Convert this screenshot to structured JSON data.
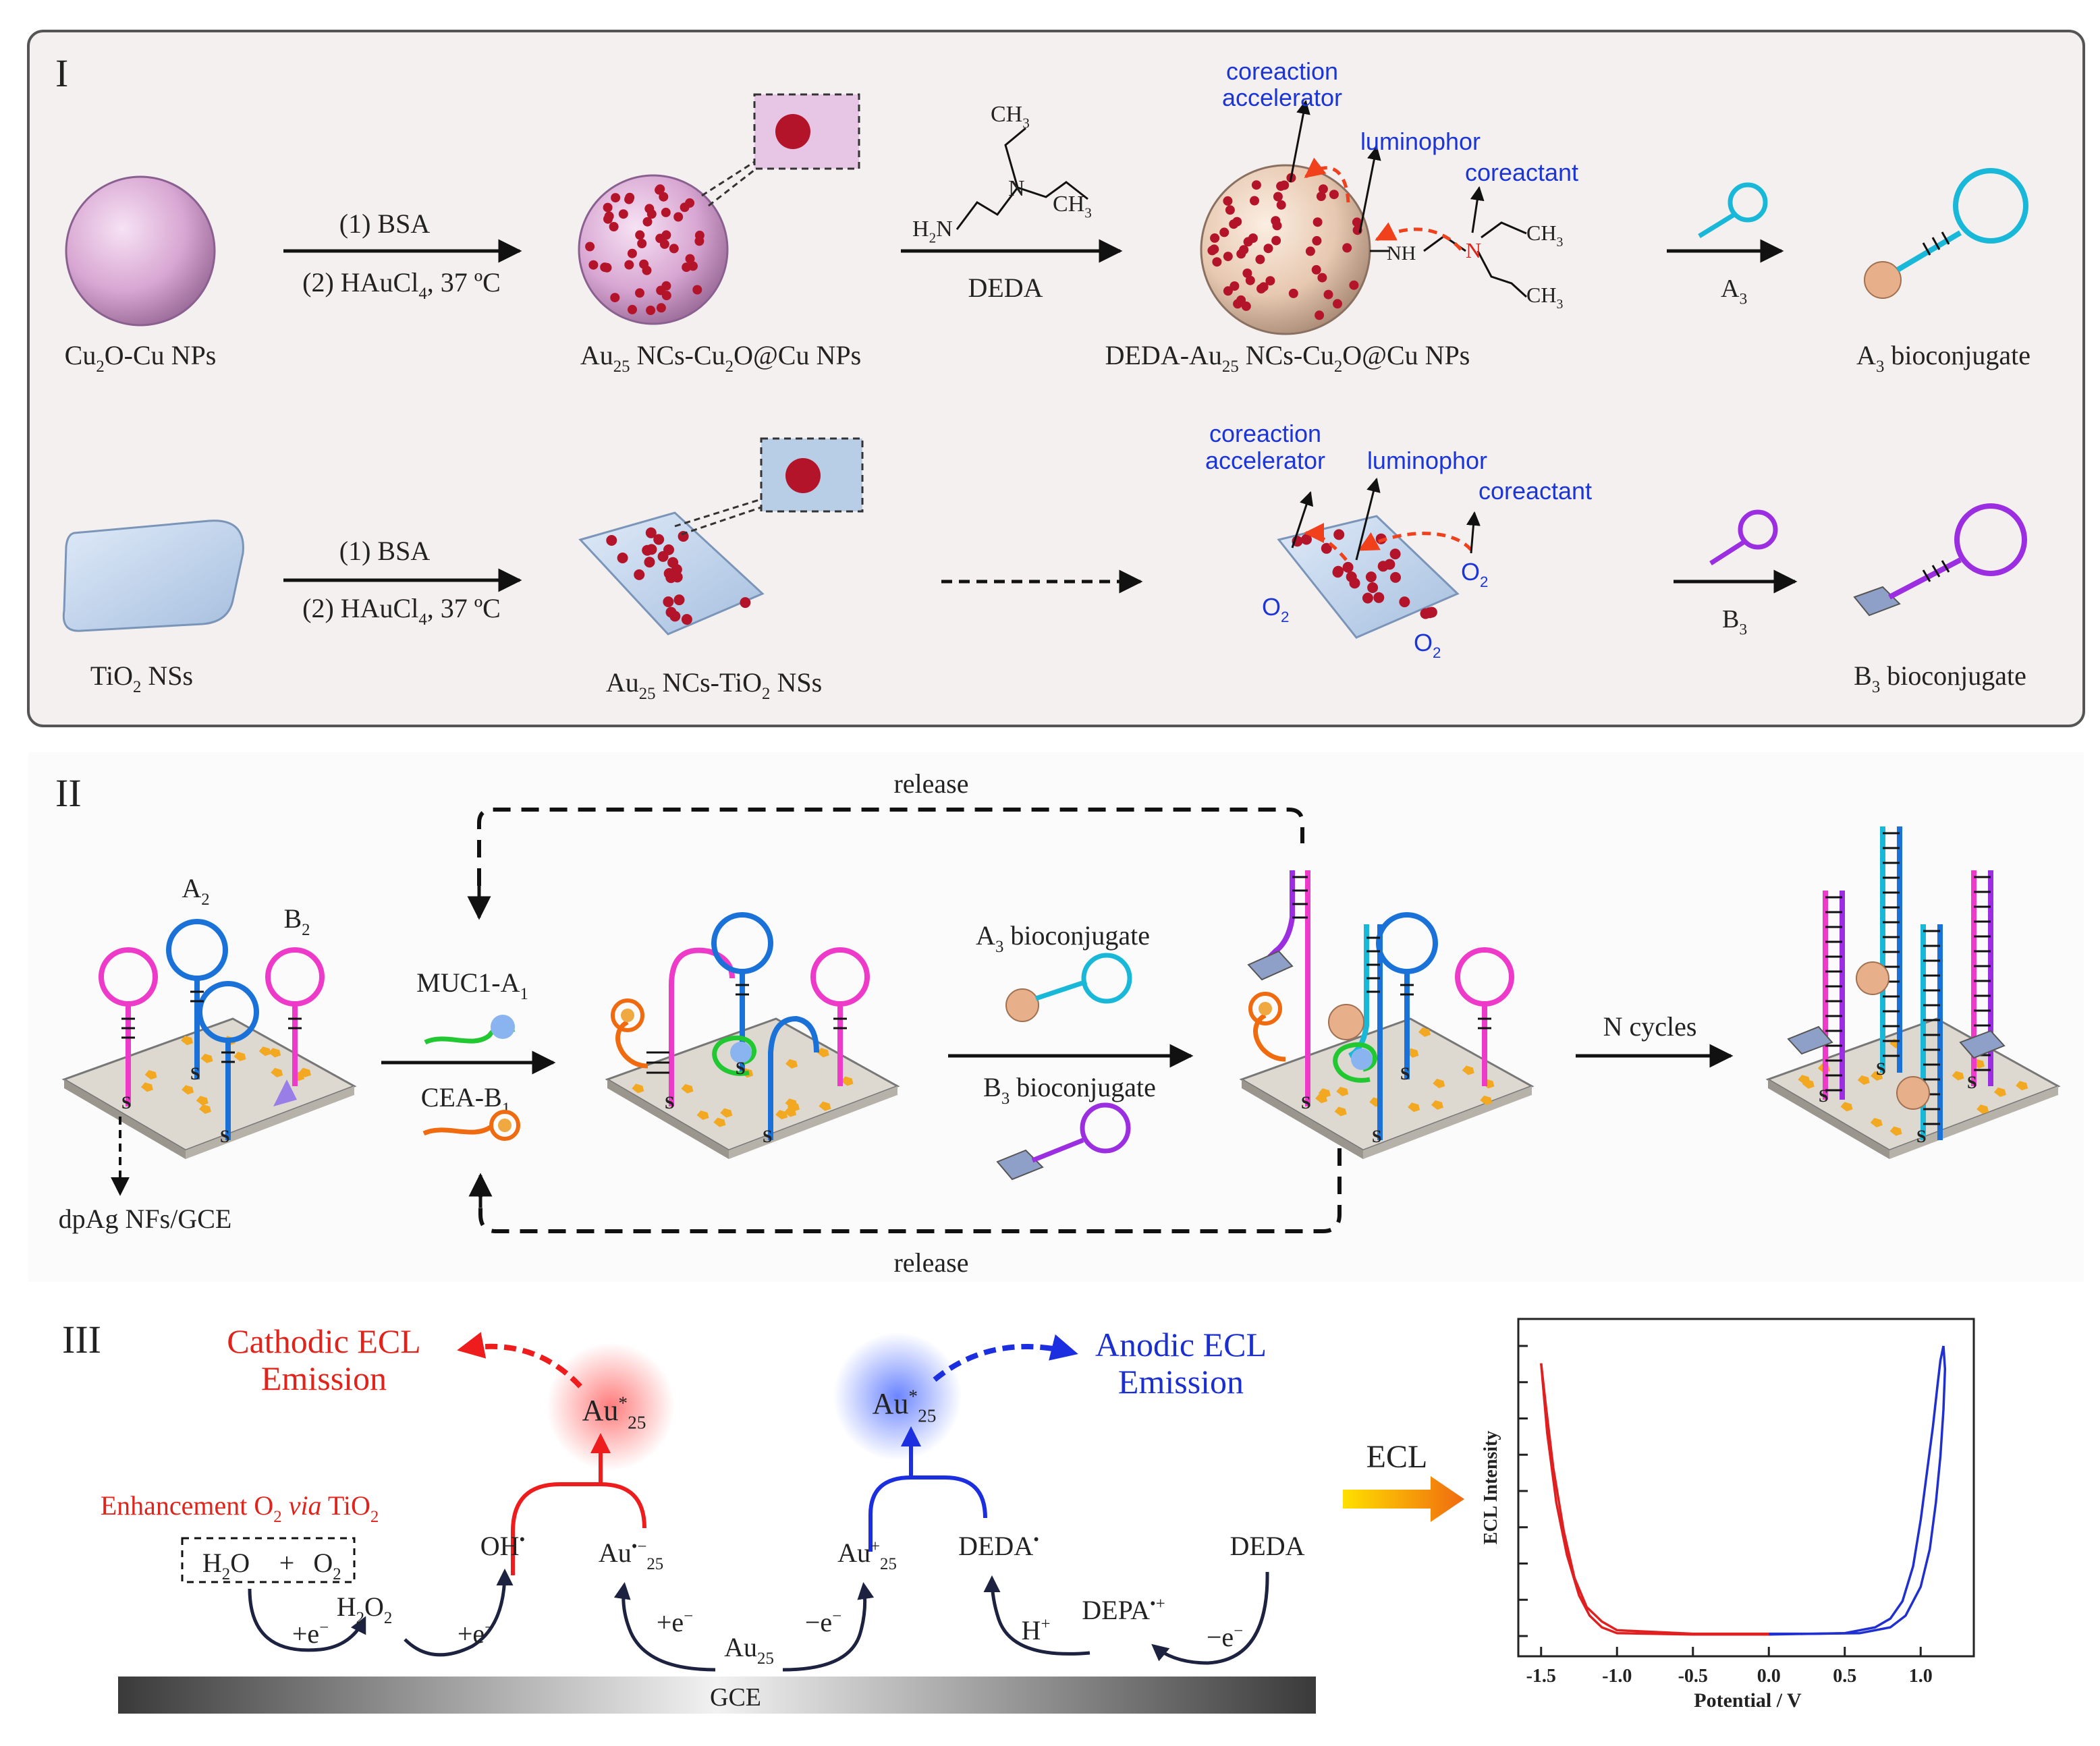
{
  "panel1": {
    "label": "I",
    "row1": {
      "start_label": "Cu<sub>2</sub>O-Cu NPs",
      "step1_top": "(1) BSA",
      "step1_bottom": "(2) HAuCl<sub>4</sub>, 37 ºC",
      "mid_label": "Au<sub>25</sub> NCs-Cu<sub>2</sub>O@Cu NPs",
      "step2_label": "DEDA",
      "structure": {
        "ch3_top": "CH<sub>3</sub>",
        "n": "N",
        "ch3_right": "CH<sub>3</sub>",
        "h2n": "H<sub>2</sub>N"
      },
      "annot": {
        "accelerator": [
          "coreaction",
          "accelerator"
        ],
        "luminophor": "luminophor",
        "coreactant": "coreactant"
      },
      "chain": {
        "nh": "NH",
        "n": "N",
        "ch3_a": "CH<sub>3</sub>",
        "ch3_b": "CH<sub>3</sub>"
      },
      "product_label": "DEDA-Au<sub>25</sub> NCs-Cu<sub>2</sub>O@Cu NPs",
      "step3_label": "A<sub>3</sub>",
      "final_label": "A<sub>3</sub> bioconjugate"
    },
    "row2": {
      "start_label": "TiO<sub>2</sub> NSs",
      "step1_top": "(1) BSA",
      "step1_bottom": "(2) HAuCl<sub>4</sub>, 37 ºC",
      "mid_label": "Au<sub>25</sub> NCs-TiO<sub>2</sub> NSs",
      "annot": {
        "accelerator": [
          "coreaction",
          "accelerator"
        ],
        "luminophor": "luminophor",
        "coreactant": "coreactant"
      },
      "o2": "O<sub>2</sub>",
      "step3_label": "B<sub>3</sub>",
      "final_label": "B<sub>3</sub> bioconjugate"
    }
  },
  "panel2": {
    "label": "II",
    "release": "release",
    "a2": "A<sub>2</sub>",
    "b2": "B<sub>2</sub>",
    "electrode": "dpAg NFs/GCE",
    "muc1": "MUC1-A<sub>1</sub>",
    "cea": "CEA-B<sub>1</sub>",
    "a3_bio": "A<sub>3</sub> bioconjugate",
    "b3_bio": "B<sub>3</sub> bioconjugate",
    "ncycles": "N cycles",
    "s": "S"
  },
  "panel3": {
    "label": "III",
    "cathodic": [
      "Cathodic ECL",
      "Emission"
    ],
    "anodic": [
      "Anodic ECL",
      "Emission"
    ],
    "au25_excited": "Au<sup>*</sup><sub>25</sub>",
    "enhancement": "Enhancement O<sub>2</sub> <i>via</i> TiO<sub>2</sub>",
    "h2o": "H<sub>2</sub>O",
    "plus": "+",
    "o2": "O<sub>2</sub>",
    "oh": "OH<sup>•</sup>",
    "au25_minus": "Au<sup>•−</sup><sub>25</sub>",
    "au25_plus": "Au<sup>+</sup><sub>25</sub>",
    "deda_rad": "DEDA<sup>•</sup>",
    "deda": "DEDA",
    "h2o2": "H<sub>2</sub>O<sub>2</sub>",
    "e_plus": "+e<sup>−</sup>",
    "e_minus": "−e<sup>−</sup>",
    "au25": "Au<sub>25</sub>",
    "hplus": "H<sup>+</sup>",
    "depa": "DEPA<sup>•+</sup>",
    "gce": "GCE",
    "ecl_arrow": "ECL"
  },
  "chart_data": {
    "type": "line",
    "xlabel": "Potential / V",
    "ylabel": "ECL Intensity",
    "xticks": [
      "-1.5",
      "-1.0",
      "-0.5",
      "0.0",
      "0.5",
      "1.0"
    ],
    "xlim": [
      -1.65,
      1.35
    ],
    "series": [
      {
        "color": "#e02020",
        "x": [
          -1.5,
          -1.49,
          -1.46,
          -1.4,
          -1.33,
          -1.25,
          -1.18,
          -1.1,
          -1.0,
          -0.5,
          0.0
        ],
        "y": [
          0.94,
          0.88,
          0.7,
          0.46,
          0.28,
          0.14,
          0.07,
          0.03,
          0.01,
          0.005,
          0.005
        ]
      },
      {
        "color": "#e02020",
        "x": [
          -1.5,
          -1.47,
          -1.42,
          -1.35,
          -1.28,
          -1.2,
          -1.1,
          -1.0,
          -0.5,
          0.0
        ],
        "y": [
          0.94,
          0.8,
          0.58,
          0.36,
          0.2,
          0.1,
          0.05,
          0.02,
          0.008,
          0.008
        ]
      },
      {
        "color": "#1f2fd0",
        "x": [
          0.0,
          0.5,
          0.7,
          0.8,
          0.88,
          0.95,
          1.0,
          1.04,
          1.08,
          1.11,
          1.13,
          1.15
        ],
        "y": [
          0.005,
          0.01,
          0.03,
          0.06,
          0.12,
          0.24,
          0.4,
          0.56,
          0.72,
          0.86,
          0.95,
          1.0
        ]
      },
      {
        "color": "#1f2fd0",
        "x": [
          1.15,
          1.16,
          1.15,
          1.13,
          1.1,
          1.06,
          1.0,
          0.9,
          0.8,
          0.6,
          0.3,
          0.0
        ],
        "y": [
          1.0,
          0.92,
          0.78,
          0.62,
          0.46,
          0.3,
          0.17,
          0.07,
          0.03,
          0.01,
          0.008,
          0.008
        ]
      }
    ]
  }
}
